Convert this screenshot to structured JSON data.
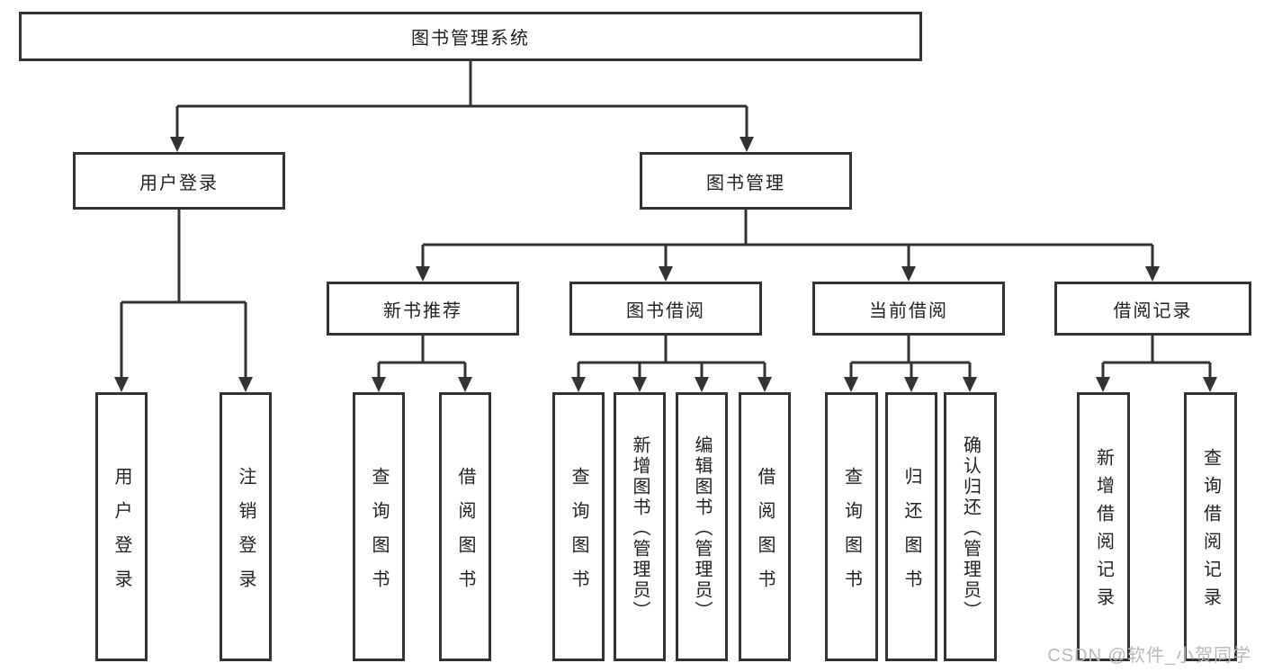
{
  "diagram": {
    "root": {
      "label": "图书管理系统"
    },
    "branches": [
      {
        "label": "用户登录",
        "children": [
          {
            "label": "用户登录"
          },
          {
            "label": "注销登录"
          }
        ]
      },
      {
        "label": "图书管理",
        "children": [
          {
            "label": "新书推荐",
            "children": [
              {
                "label": "查询图书"
              },
              {
                "label": "借阅图书"
              }
            ]
          },
          {
            "label": "图书借阅",
            "children": [
              {
                "label": "查询图书"
              },
              {
                "label": "新增图书（管理员）"
              },
              {
                "label": "编辑图书（管理员）"
              },
              {
                "label": "借阅图书"
              }
            ]
          },
          {
            "label": "当前借阅",
            "children": [
              {
                "label": "查询图书"
              },
              {
                "label": "归还图书"
              },
              {
                "label": "确认归还（管理员）"
              }
            ]
          },
          {
            "label": "借阅记录",
            "children": [
              {
                "label": "新增借阅记录"
              },
              {
                "label": "查询借阅记录"
              }
            ]
          }
        ]
      }
    ],
    "watermark": {
      "text": "CSDN @软件_小贺同学"
    },
    "colors": {
      "line": "#333333",
      "text": "#222222",
      "background": "#ffffff",
      "watermark": "#b9b9b9"
    }
  }
}
